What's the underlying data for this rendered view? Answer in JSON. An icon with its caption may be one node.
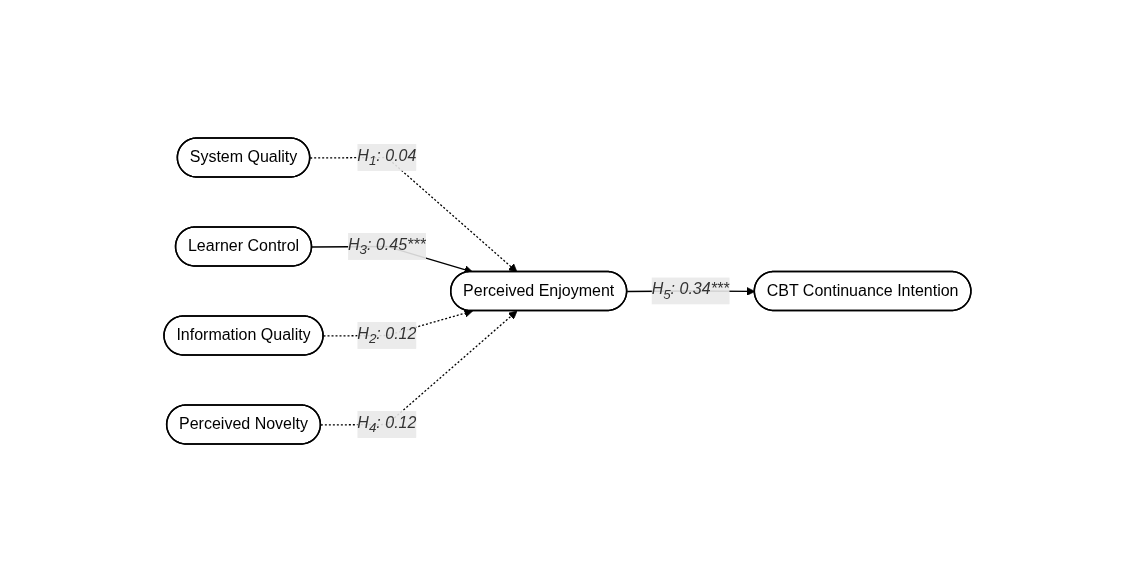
{
  "diagram": {
    "nodes": [
      {
        "text": [
          "System Quality"
        ]
      },
      {
        "text": [
          "Learner Control"
        ]
      },
      {
        "text": [
          "Perceived Enjoyment"
        ]
      },
      {
        "text": [
          "CBT Continuance Intention"
        ]
      },
      {
        "text": [
          "Information Quality"
        ]
      },
      {
        "text": [
          "Perceived Novelty"
        ]
      }
    ],
    "edges": [
      {
        "from": 0,
        "to": 2,
        "arrow": "to",
        "style": "dashed",
        "label": "H$_{1}$: 0.04"
      },
      {
        "from": 1,
        "to": 2,
        "arrow": "to",
        "label": "H$_{3}$: 0.45***"
      },
      {
        "from": 2,
        "to": 3,
        "arrow": "to",
        "label": "H$_{5}$: 0.34***"
      },
      {
        "from": 4,
        "to": 2,
        "arrow": "to",
        "style": "dashed",
        "label": "H$_{2}$: 0.12"
      },
      {
        "from": 5,
        "to": 2,
        "arrow": "to",
        "style": "dashed",
        "label": "H$_{4}$: 0.12"
      }
    ]
  }
}
